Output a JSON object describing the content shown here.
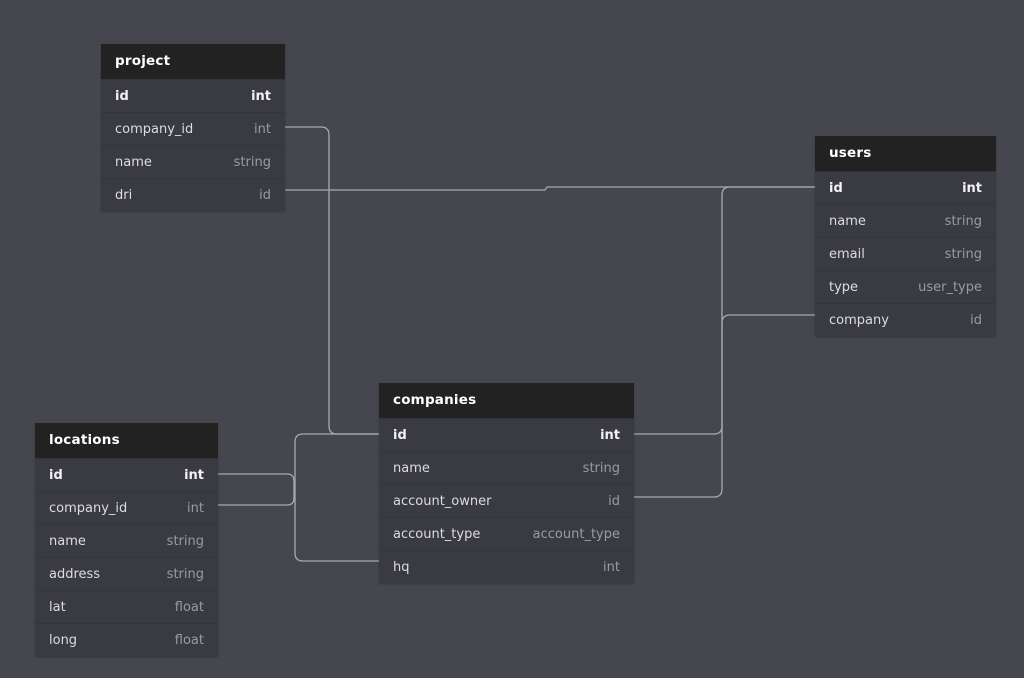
{
  "diagram": {
    "colors": {
      "background": "#46464f",
      "table_body": "#3a3a43",
      "table_header": "#222223",
      "connector": "#a8a8b0"
    },
    "tables": {
      "project": {
        "name": "project",
        "fields": [
          {
            "name": "id",
            "type": "int",
            "primary": true
          },
          {
            "name": "company_id",
            "type": "int"
          },
          {
            "name": "name",
            "type": "string"
          },
          {
            "name": "dri",
            "type": "id"
          }
        ]
      },
      "users": {
        "name": "users",
        "fields": [
          {
            "name": "id",
            "type": "int",
            "primary": true
          },
          {
            "name": "name",
            "type": "string"
          },
          {
            "name": "email",
            "type": "string"
          },
          {
            "name": "type",
            "type": "user_type"
          },
          {
            "name": "company",
            "type": "id"
          }
        ]
      },
      "companies": {
        "name": "companies",
        "fields": [
          {
            "name": "id",
            "type": "int",
            "primary": true
          },
          {
            "name": "name",
            "type": "string"
          },
          {
            "name": "account_owner",
            "type": "id"
          },
          {
            "name": "account_type",
            "type": "account_type"
          },
          {
            "name": "hq",
            "type": "int"
          }
        ]
      },
      "locations": {
        "name": "locations",
        "fields": [
          {
            "name": "id",
            "type": "int",
            "primary": true
          },
          {
            "name": "company_id",
            "type": "int"
          },
          {
            "name": "name",
            "type": "string"
          },
          {
            "name": "address",
            "type": "string"
          },
          {
            "name": "lat",
            "type": "float"
          },
          {
            "name": "long",
            "type": "float"
          }
        ]
      }
    },
    "relationships": [
      {
        "from": "project.company_id",
        "to": "companies.id"
      },
      {
        "from": "project.dri",
        "to": "users.id"
      },
      {
        "from": "users.company",
        "to": "companies.id"
      },
      {
        "from": "companies.account_owner",
        "to": "users.id"
      },
      {
        "from": "locations.id",
        "to": "companies.hq"
      },
      {
        "from": "locations.company_id",
        "to": "companies.id"
      }
    ]
  }
}
